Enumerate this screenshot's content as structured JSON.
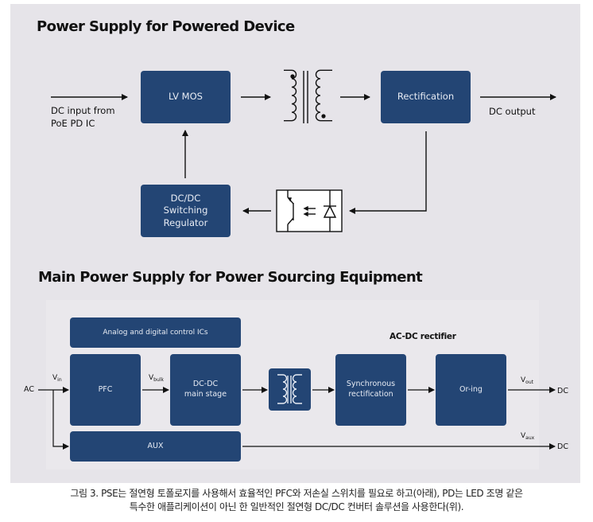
{
  "top_diagram": {
    "title": "Power Supply for Powered Device",
    "input_label_line1": "DC input from",
    "input_label_line2": "PoE PD IC",
    "blocks": {
      "lv_mos": "LV MOS",
      "rectification": "Rectification",
      "dcdc_line1": "DC/DC",
      "dcdc_line2": "Switching",
      "dcdc_line3": "Regulator"
    },
    "output_label": "DC output",
    "symbols": [
      "transformer-icon",
      "optocoupler-icon"
    ]
  },
  "bottom_diagram": {
    "title": "Main Power Supply for Power Sourcing Equipment",
    "section_label": "AC-DC rectifier",
    "blocks": {
      "control": "Analog and digital control ICs",
      "pfc": "PFC",
      "dcdc_line1": "DC-DC",
      "dcdc_line2": "main stage",
      "sync_line1": "Synchronous",
      "sync_line2": "rectification",
      "oring": "Or-ing",
      "aux": "AUX"
    },
    "signals": {
      "ac": "AC",
      "vin_main": "V",
      "vin_sub": "in",
      "vbulk_main": "V",
      "vbulk_sub": "bulk",
      "vout_main": "V",
      "vout_sub": "out",
      "vaux_main": "V",
      "vaux_sub": "aux",
      "dc_out": "DC",
      "dc_aux": "DC"
    },
    "symbols": [
      "transformer-icon"
    ]
  },
  "caption": {
    "line1": "그림 3. PSE는 절연형 토폴로지를 사용해서 효율적인 PFC와 저손실 스위치를 필요로 하고(아래), PD는 LED 조명 같은",
    "line2": "특수한 애플리케이션이 아닌 한 일반적인 절연형 DC/DC 컨버터 솔루션을 사용한다(위)."
  },
  "colors": {
    "block_fill": "#234574",
    "background": "#e6e4e9"
  }
}
